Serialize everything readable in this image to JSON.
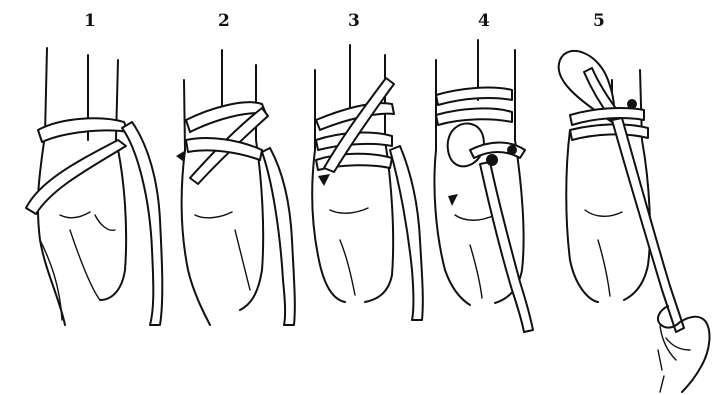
{
  "steps": [
    {
      "number": "1"
    },
    {
      "number": "2"
    },
    {
      "number": "3"
    },
    {
      "number": "4"
    },
    {
      "number": "5"
    }
  ],
  "colors": {
    "ink": "#111111",
    "background": "#ffffff"
  }
}
